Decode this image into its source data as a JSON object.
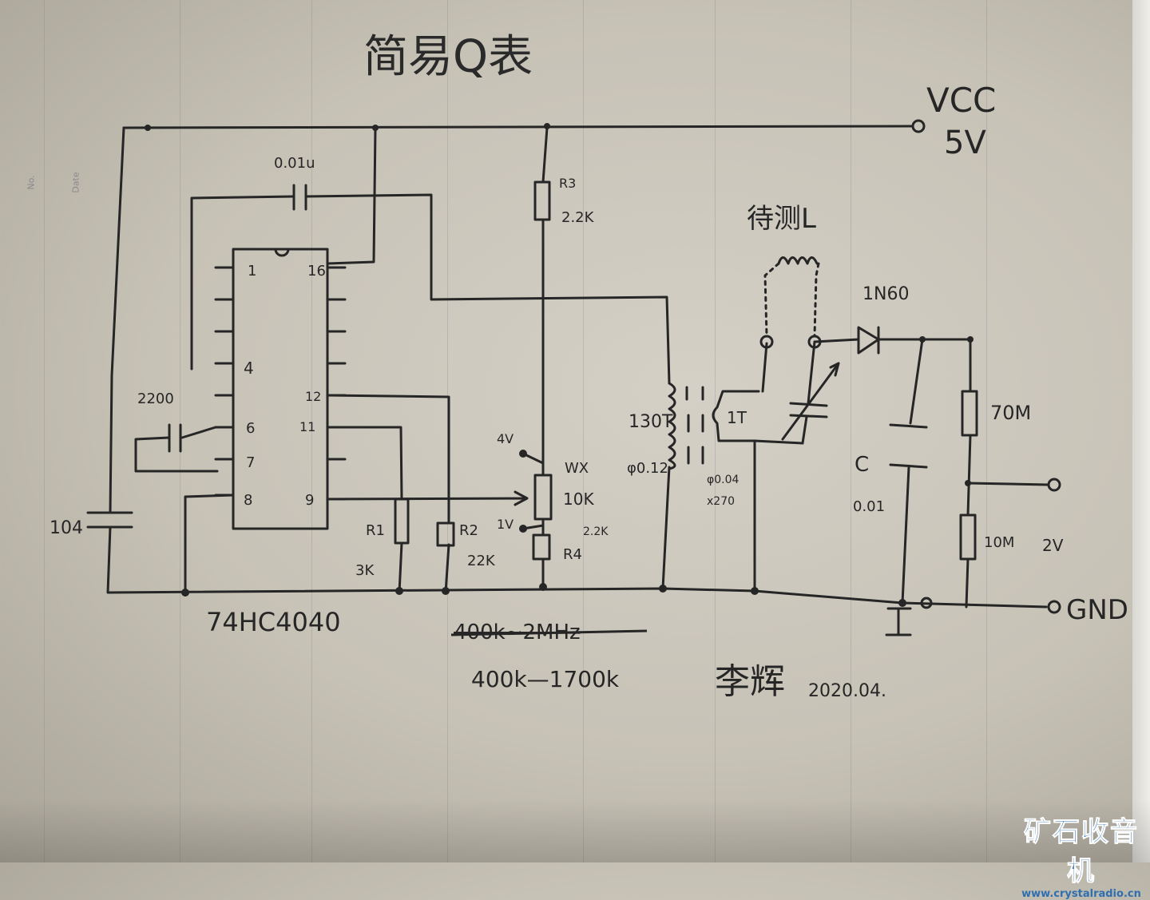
{
  "title": "简易Q表",
  "power": {
    "vcc": "VCC",
    "voltage": "5V",
    "gnd": "GND",
    "out_voltage": "2V"
  },
  "ic": {
    "name": "74HC4040",
    "pins": [
      "1",
      "16",
      "4",
      "12",
      "11",
      "6",
      "7",
      "9",
      "8"
    ]
  },
  "components": {
    "c_timing_top": "0.01u",
    "c_2200": "2200",
    "c_104": "104",
    "r3": "R3",
    "r3_value": "2.2K",
    "r1": "R1",
    "r1_value": "3K",
    "r2": "R2",
    "r2_value": "22K",
    "wx": "WX",
    "wx_value": "10K",
    "r4": "R4",
    "r4_value": "2.2K",
    "tap_4v": "4V",
    "tap_1v": "1V",
    "coil_primary": "130T",
    "coil_primary_wire": "φ0.12",
    "coil_secondary": "1T",
    "coil_secondary_wire": "φ0.04",
    "coil_secondary_turns": "x270",
    "test_inductor": "待测L",
    "diode": "1N60",
    "c_measure": "C",
    "c_measure_value": "0.01",
    "r_top": "70M",
    "r_bottom": "10M"
  },
  "notes": {
    "range_old": "400k~2MHz",
    "range_new": "400k—1700k",
    "author": "李辉",
    "date": "2020.04."
  },
  "paper_margin": {
    "no": "No.",
    "date": "Date"
  },
  "watermark": {
    "name": "矿石收音机",
    "url": "www.crystalradio.cn"
  }
}
